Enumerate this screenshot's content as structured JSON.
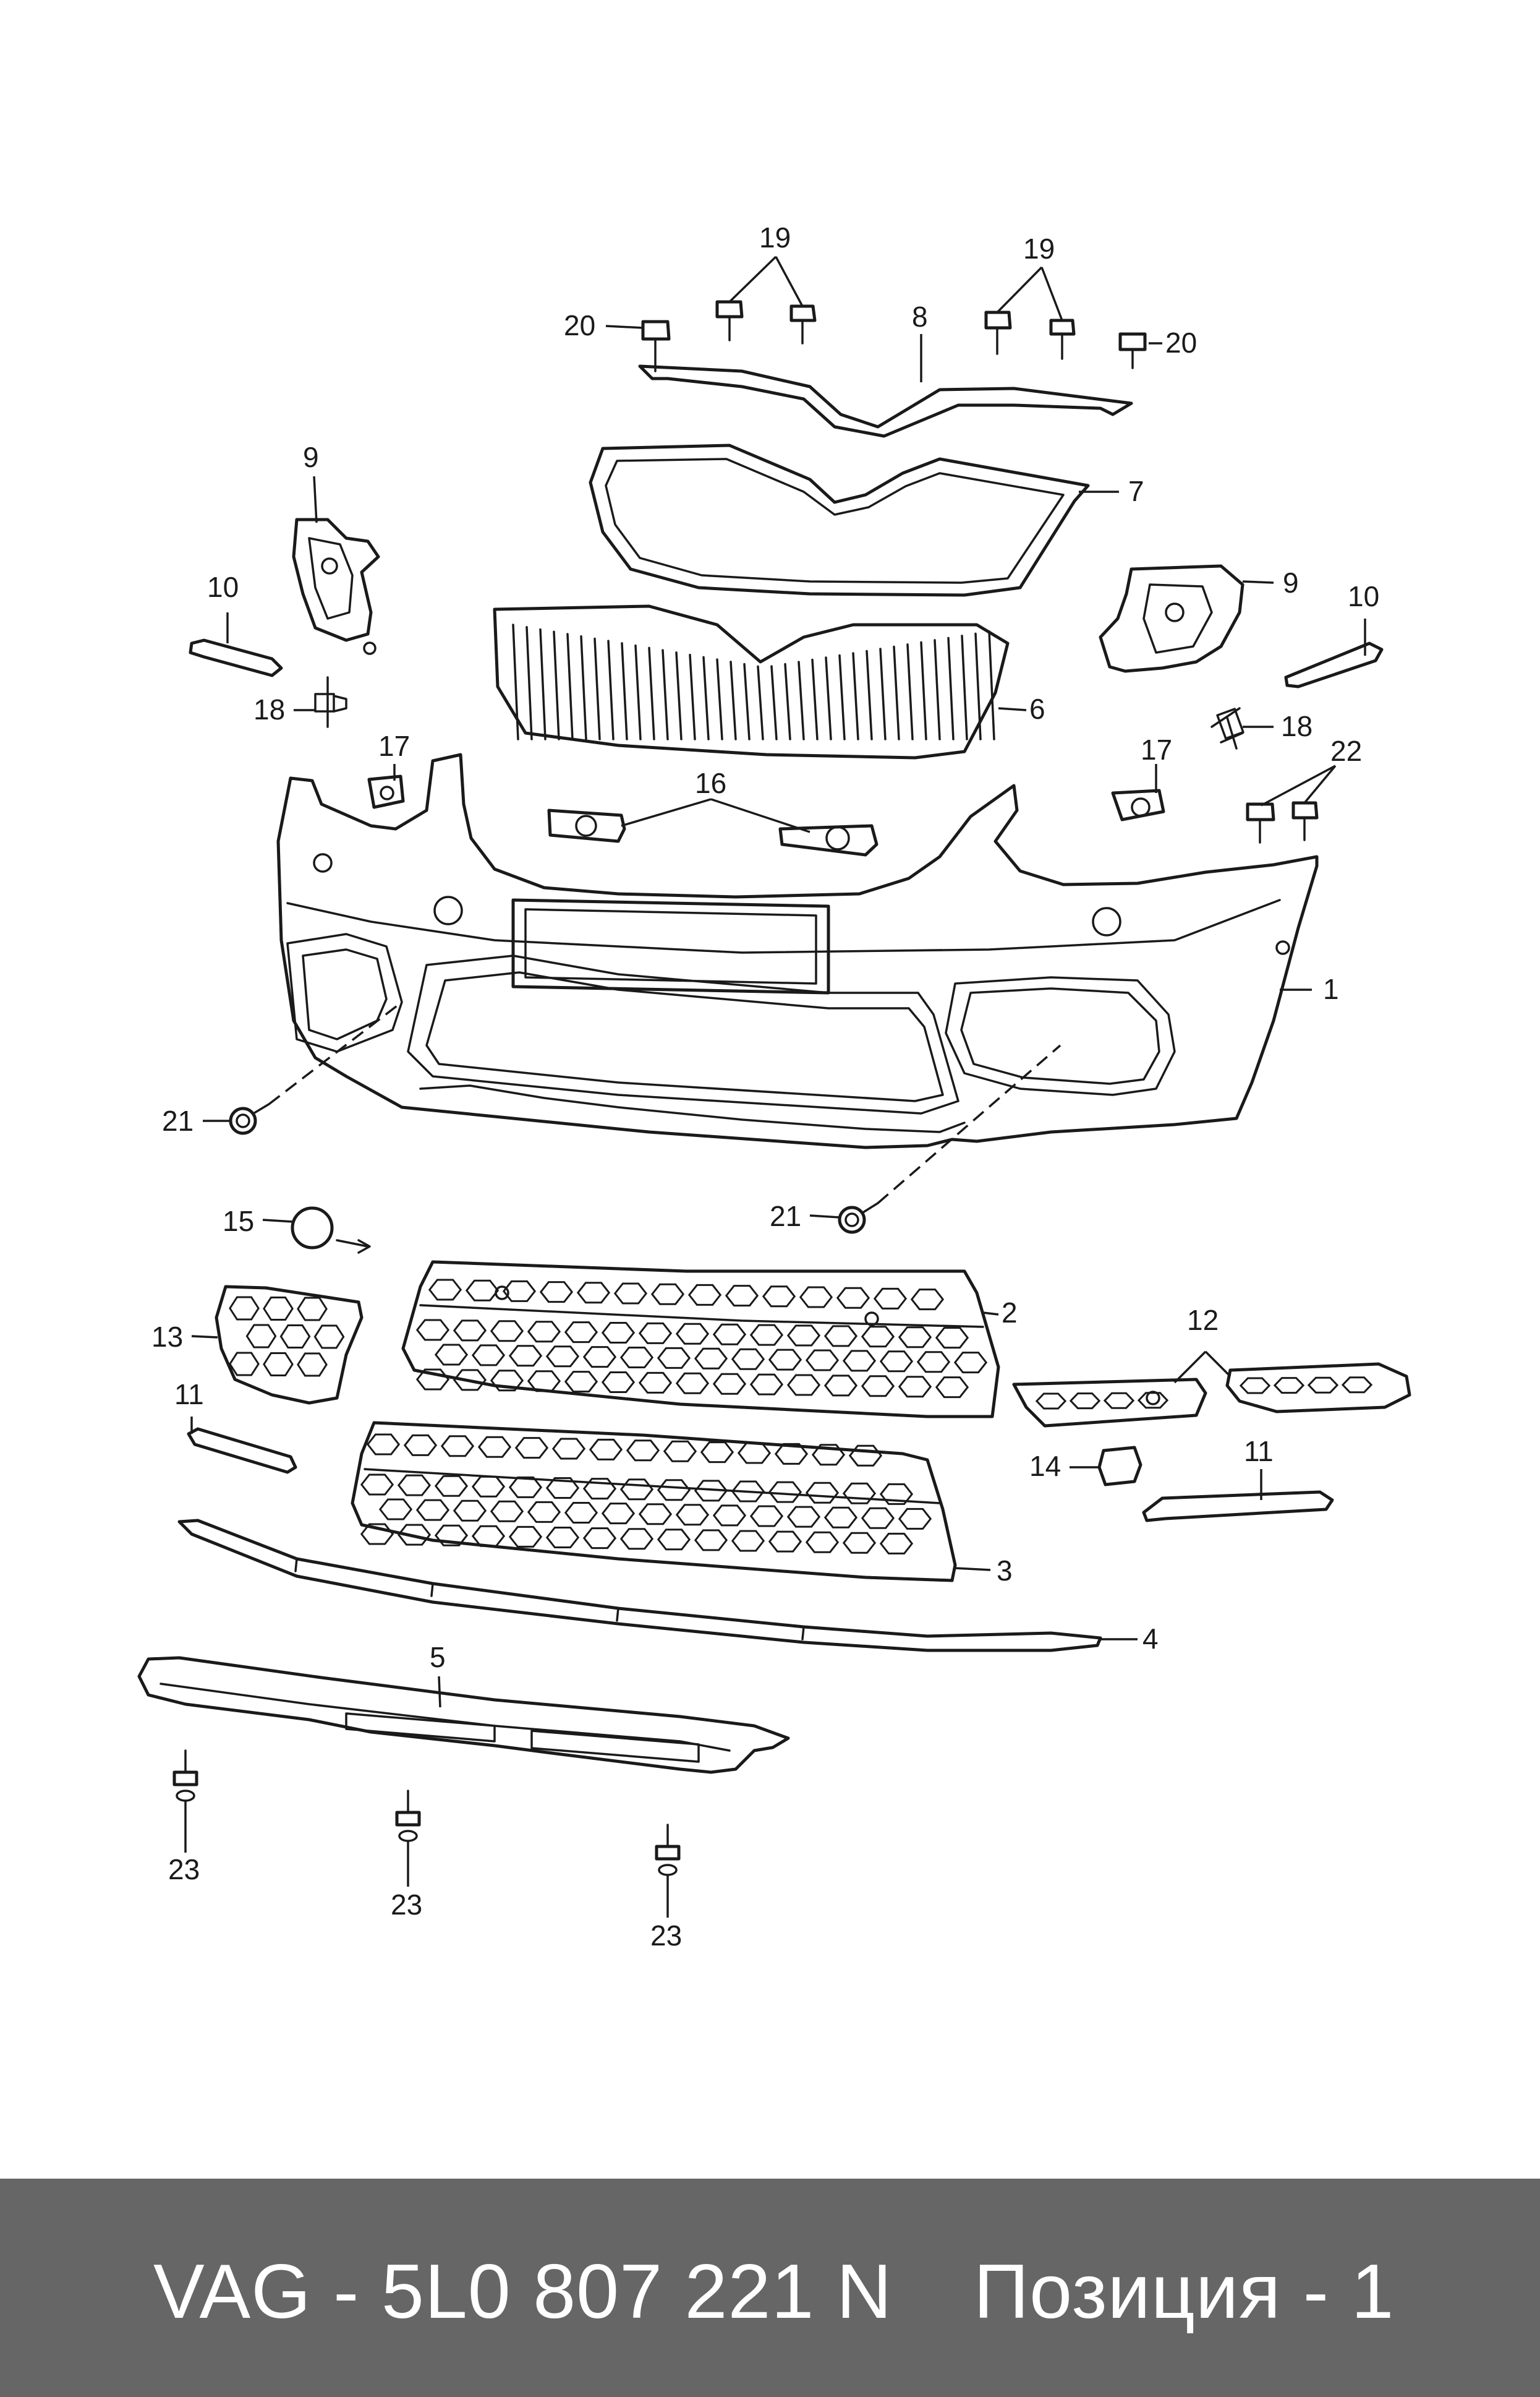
{
  "footer": {
    "part_number": "VAG - 5L0 807 221 N",
    "position": "Позиция - 1"
  },
  "callouts": [
    "1",
    "2",
    "3",
    "4",
    "5",
    "6",
    "7",
    "8",
    "9",
    "10",
    "11",
    "12",
    "13",
    "14",
    "15",
    "16",
    "17",
    "18",
    "19",
    "20",
    "21",
    "22",
    "23"
  ]
}
